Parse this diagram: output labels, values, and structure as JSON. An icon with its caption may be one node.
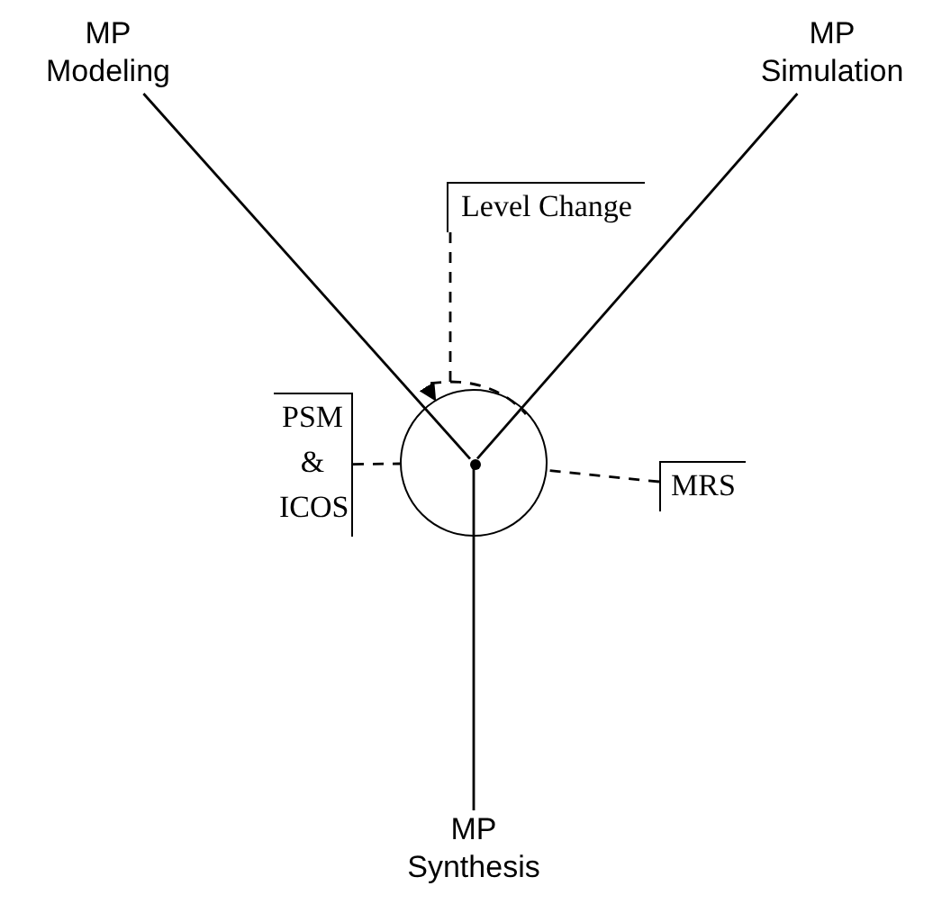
{
  "diagram": {
    "nodes": [
      {
        "text": [
          "MP Modeling"
        ]
      },
      {
        "text": [
          "MP Simulation"
        ]
      },
      {
        "text": [
          "Level Change"
        ]
      },
      {
        "text": [
          "PSM & ICOS"
        ]
      },
      {
        "text": [],
        "shape": "circle"
      },
      {
        "text": [],
        "shape": "dot",
        "in": 4
      },
      {
        "text": [
          "MRS"
        ]
      },
      {
        "text": [
          "MP Synthesis"
        ]
      }
    ],
    "edges": [
      {
        "from": 0,
        "to": 5,
        "arrow": "none"
      },
      {
        "from": 1,
        "to": 5,
        "arrow": "none"
      },
      {
        "from": 5,
        "to": 7,
        "arrow": "none"
      },
      {
        "from": 2,
        "to": 4,
        "arrow": "to",
        "style": "dashed"
      },
      {
        "from": 3,
        "to": 4,
        "arrow": "none",
        "style": "dashed"
      },
      {
        "from": 6,
        "to": 4,
        "arrow": "none",
        "style": "dashed"
      }
    ]
  }
}
